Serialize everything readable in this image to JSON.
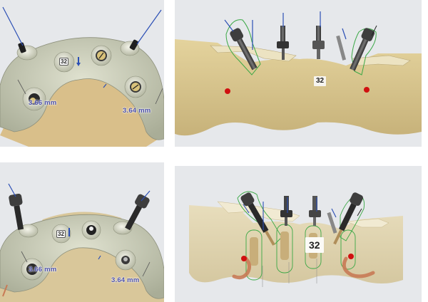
{
  "layout": {
    "grid": "2x2",
    "background": "#e6e8eb",
    "gutter": "#ffffff"
  },
  "panels": [
    {
      "id": "top-left",
      "view": "occlusal view of surgical guide on mandible",
      "tooth_label": "32",
      "measurements": [
        {
          "label": "3.66 mm",
          "side": "left"
        },
        {
          "label": "3.64 mm",
          "side": "right"
        }
      ]
    },
    {
      "id": "top-right",
      "view": "frontal view of bone model with implants and drill sleeves",
      "tooth_label": "32",
      "cursor": "mouse-pointer"
    },
    {
      "id": "bottom-left",
      "view": "occlusal view of surgical guide with tilted implant drivers",
      "tooth_label": "32",
      "measurements": [
        {
          "label": "3.66 mm",
          "side": "left"
        },
        {
          "label": "3.64 mm",
          "side": "right"
        }
      ]
    },
    {
      "id": "bottom-right",
      "view": "transparent bone model showing implants and nerve canals",
      "tooth_label": "32",
      "cursor": "mouse-pointer"
    }
  ],
  "colors": {
    "guide": "#c9ccb6",
    "bone": "#d8c690",
    "implant_outline": "#3aa845",
    "axis_line": "#2b4fb5",
    "nerve": "#c87a55",
    "marker": "#d01010",
    "measure_text": "#4b4fa8"
  }
}
